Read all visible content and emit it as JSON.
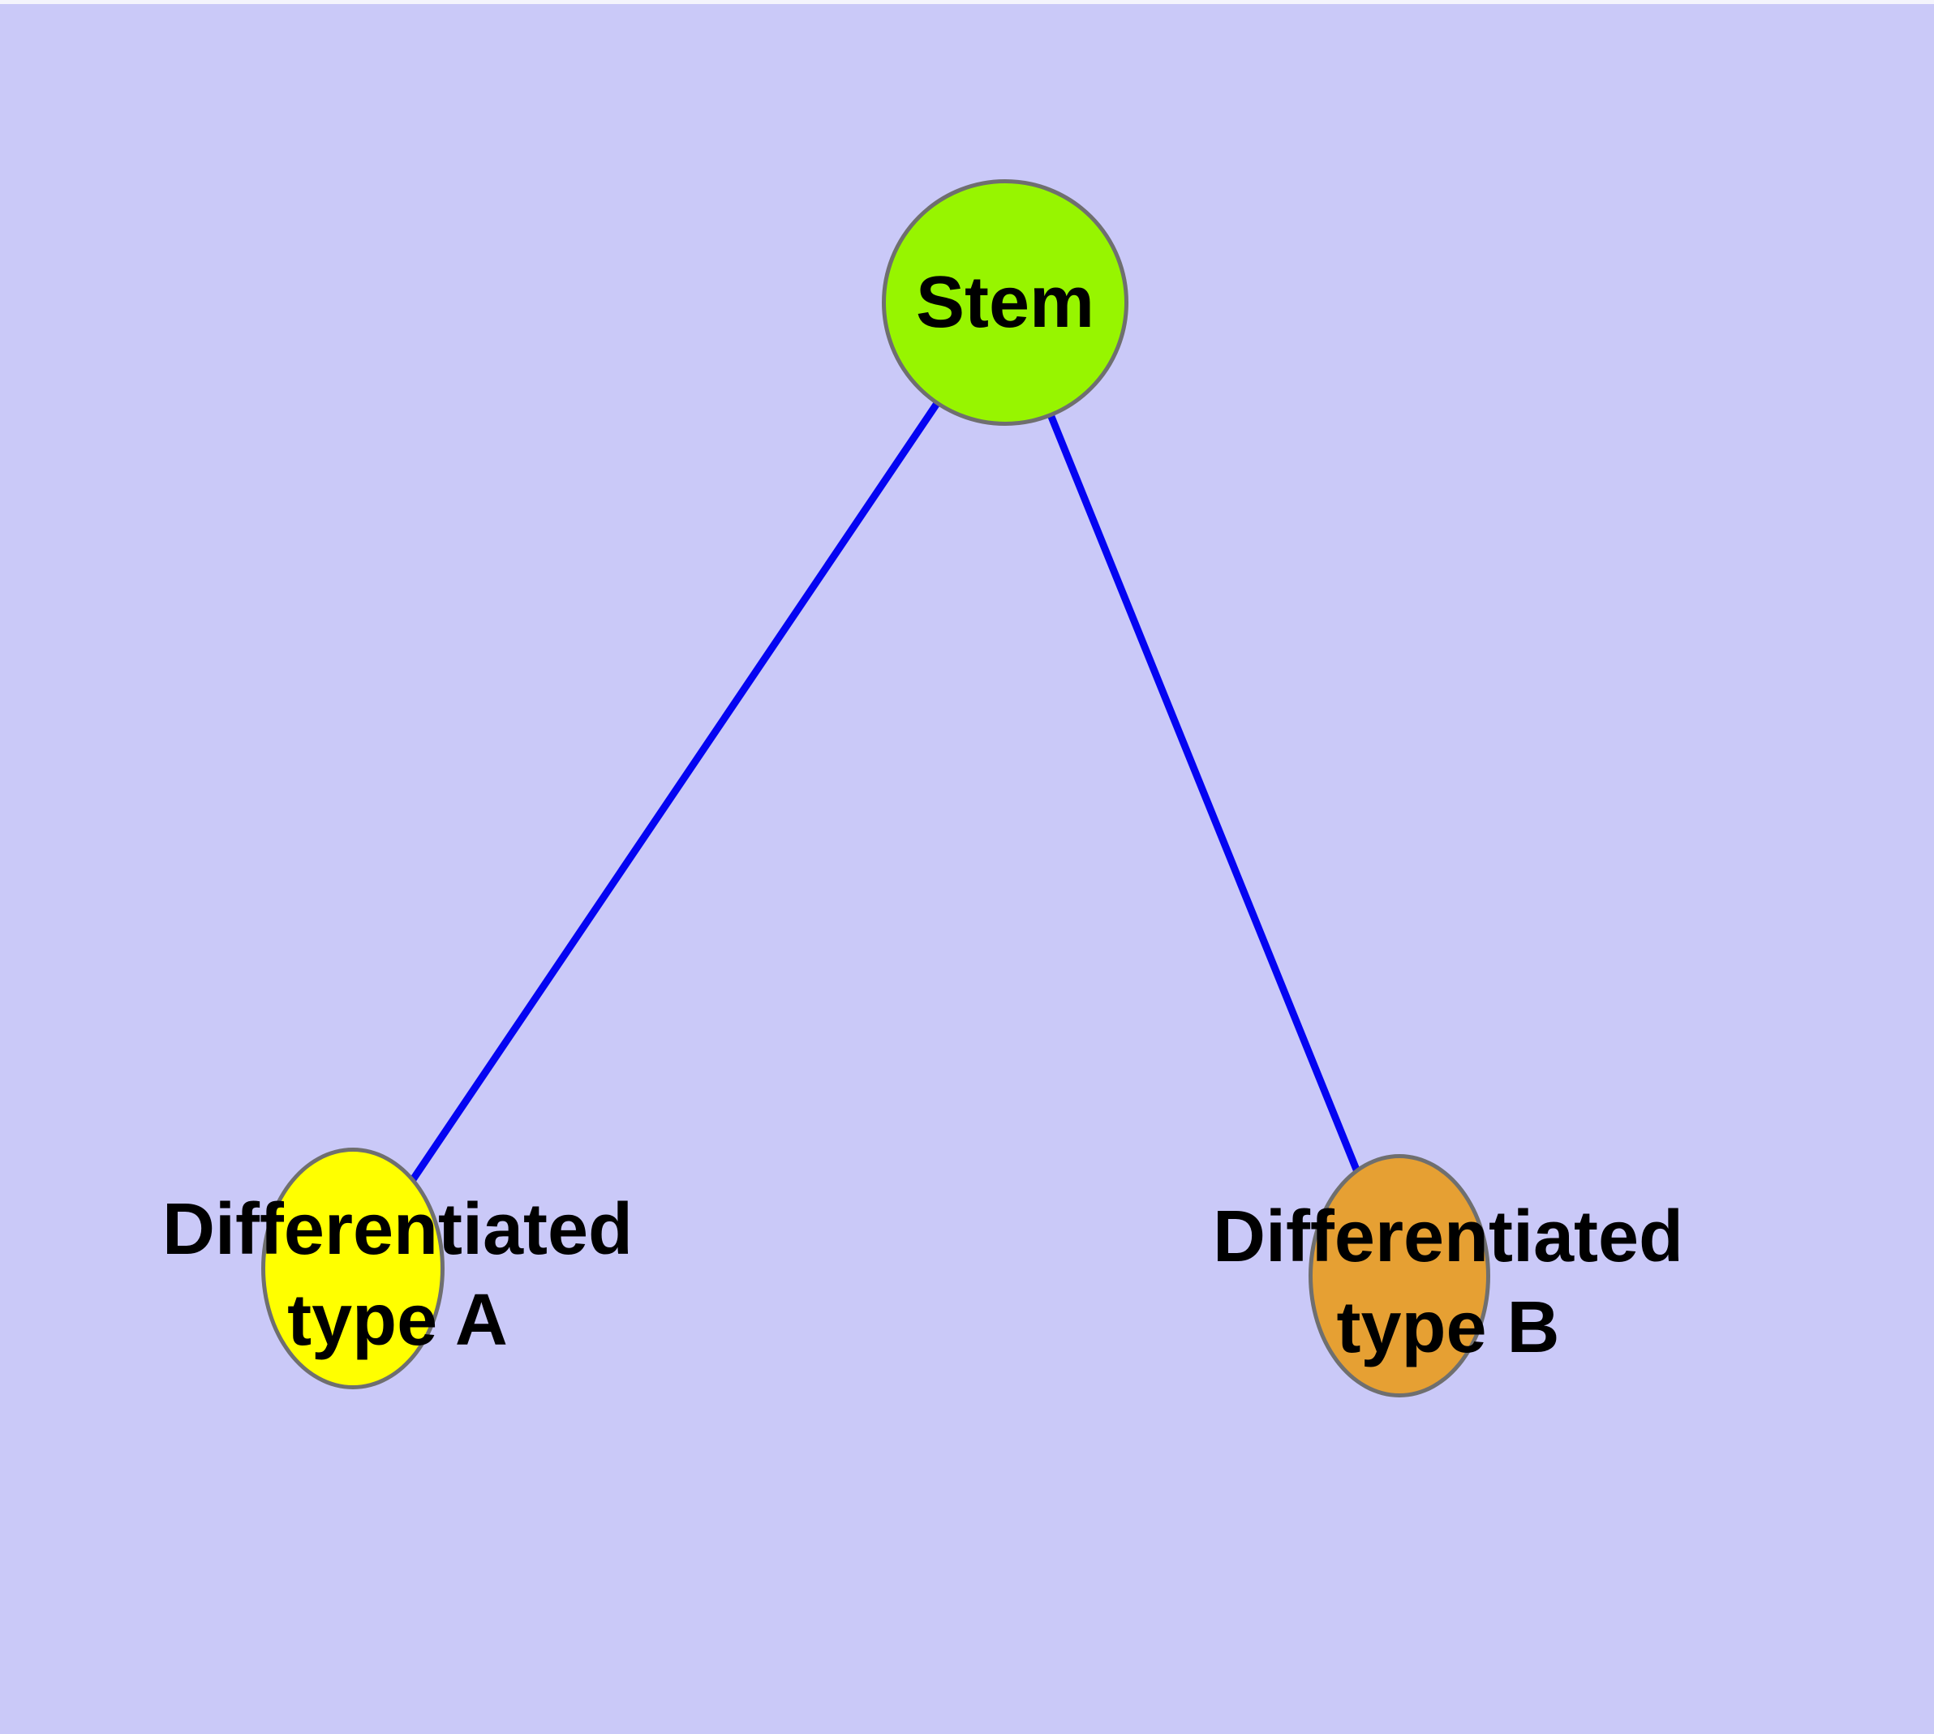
{
  "diagram": {
    "background_color": "#cac9f8",
    "top_edge_color": "#f4f4fc",
    "edge_color": "#0404f2",
    "node_border_color": "#6f6f6f",
    "text_color": "#000000",
    "nodes": [
      {
        "id": "stem",
        "label": "Stem",
        "fill": "#97f500"
      },
      {
        "id": "type-a",
        "label_line1": "Differentiated",
        "label_line2": "type A",
        "fill": "#ffff00"
      },
      {
        "id": "type-b",
        "label_line1": "Differentiated",
        "label_line2": "type B",
        "fill": "#e6a033"
      }
    ],
    "edges": [
      {
        "from": "stem",
        "to": "type-a"
      },
      {
        "from": "stem",
        "to": "type-b"
      }
    ]
  }
}
